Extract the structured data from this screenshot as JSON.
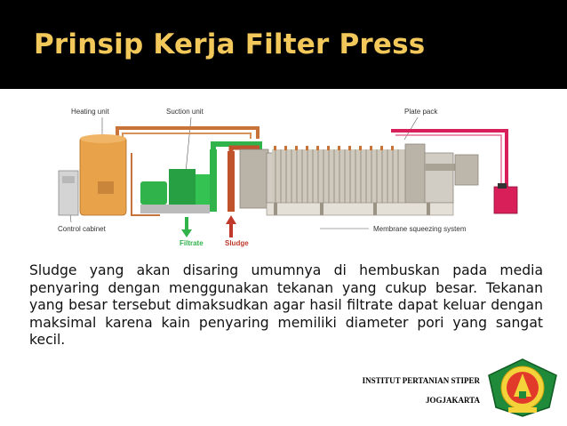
{
  "slide": {
    "title": "Prinsip Kerja Filter Press",
    "paragraph": "Sludge yang akan disaring umumnya di hembuskan pada media penyaring dengan menggunakan tekanan yang cukup besar. Tekanan yang besar tersebut dimaksudkan agar hasil filtrate dapat keluar dengan maksimal karena kain penyaring memiliki diameter pori yang sangat kecil.",
    "institution": "INSTITUT PERTANIAN STIPER",
    "city": "JOGJAKARTA"
  },
  "diagram": {
    "labels": {
      "heating_unit": "Heating unit",
      "suction_unit": "Suction unit",
      "plate_pack": "Plate pack",
      "control_cabinet": "Control cabinet",
      "filtrate": "Filtrate",
      "sludge": "Sludge",
      "membrane": "Membrane squeezing system"
    },
    "colors": {
      "heating_tank": "#e8a24a",
      "suction_green": "#2fb34a",
      "hot_pipe": "#c8733a",
      "sludge_arrow": "#c0392b",
      "membrane_pipe": "#d81f5a",
      "press_frame": "#b9b3a8"
    }
  },
  "logo": {
    "icon": "institute-shield-logo"
  }
}
